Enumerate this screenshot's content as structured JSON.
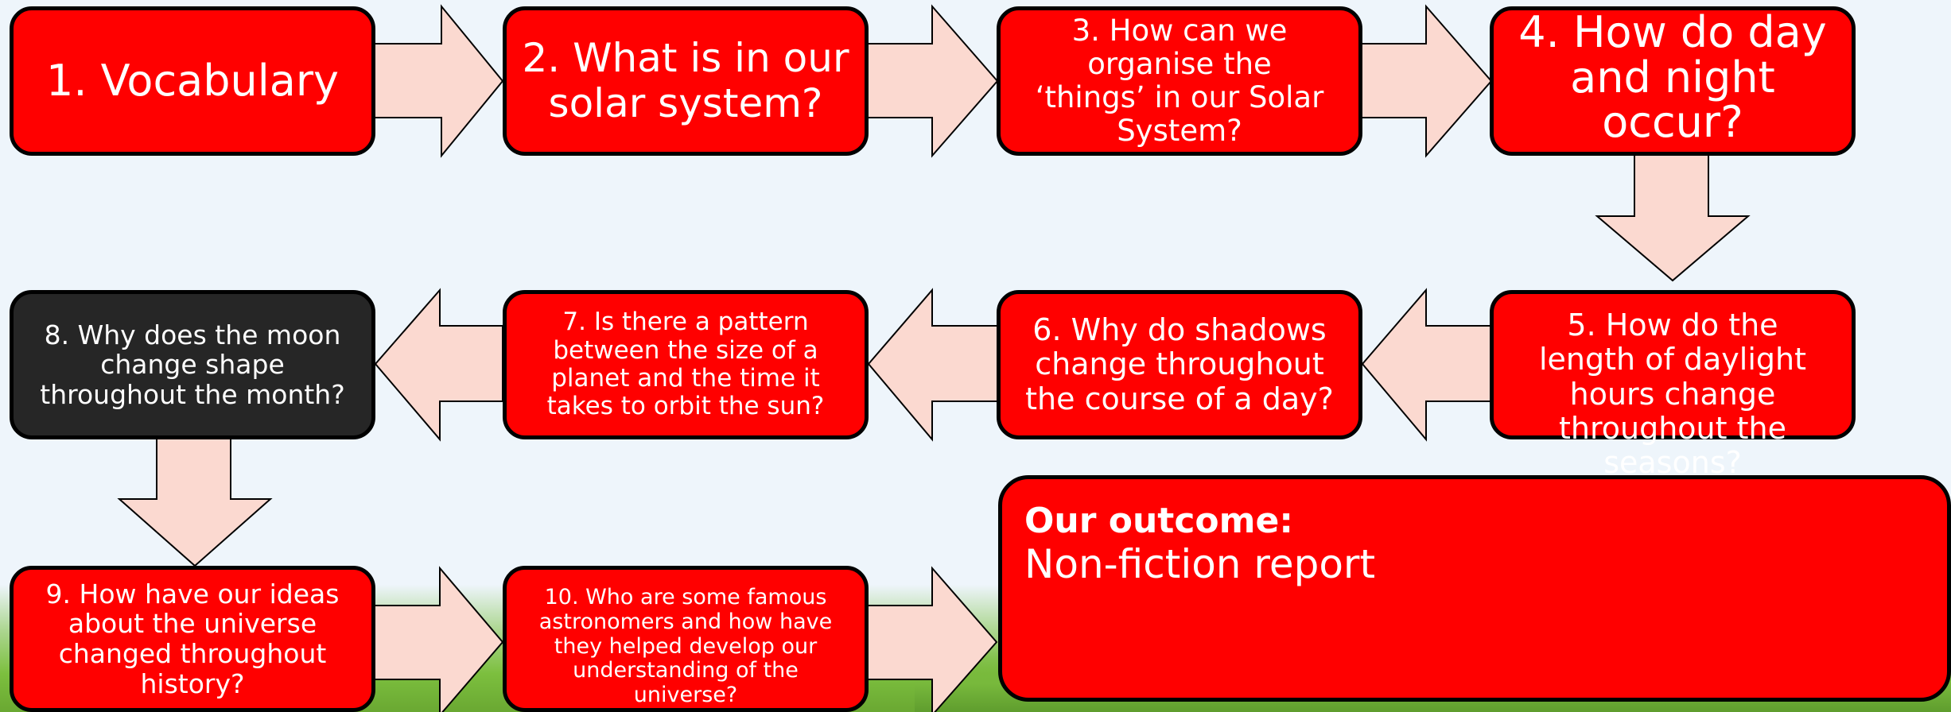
{
  "steps": [
    {
      "label": "1. Vocabulary"
    },
    {
      "label": "2. What is in our solar system?"
    },
    {
      "label": "3. How can we organise the ‘things’ in our Solar System?"
    },
    {
      "label": "4. How do day and night occur?"
    },
    {
      "label": "5. How do the length of daylight hours change throughout the seasons?"
    },
    {
      "label": "6. Why do shadows change throughout the course of a day?"
    },
    {
      "label": "7. Is there a pattern between the size of a planet and the time it takes to orbit the sun?"
    },
    {
      "label": "8. Why does the moon change shape throughout the month?"
    },
    {
      "label": "9. How have our ideas about the universe changed throughout history?"
    },
    {
      "label": "10. Who are some famous astronomers and how have they helped develop our understanding of the universe?"
    }
  ],
  "outcome": {
    "title": "Our outcome:",
    "text": "Non-fiction report"
  },
  "colors": {
    "box": "#ff0000",
    "box_highlight": "#262626",
    "arrow": "#fbd9d0",
    "border": "#000000"
  }
}
